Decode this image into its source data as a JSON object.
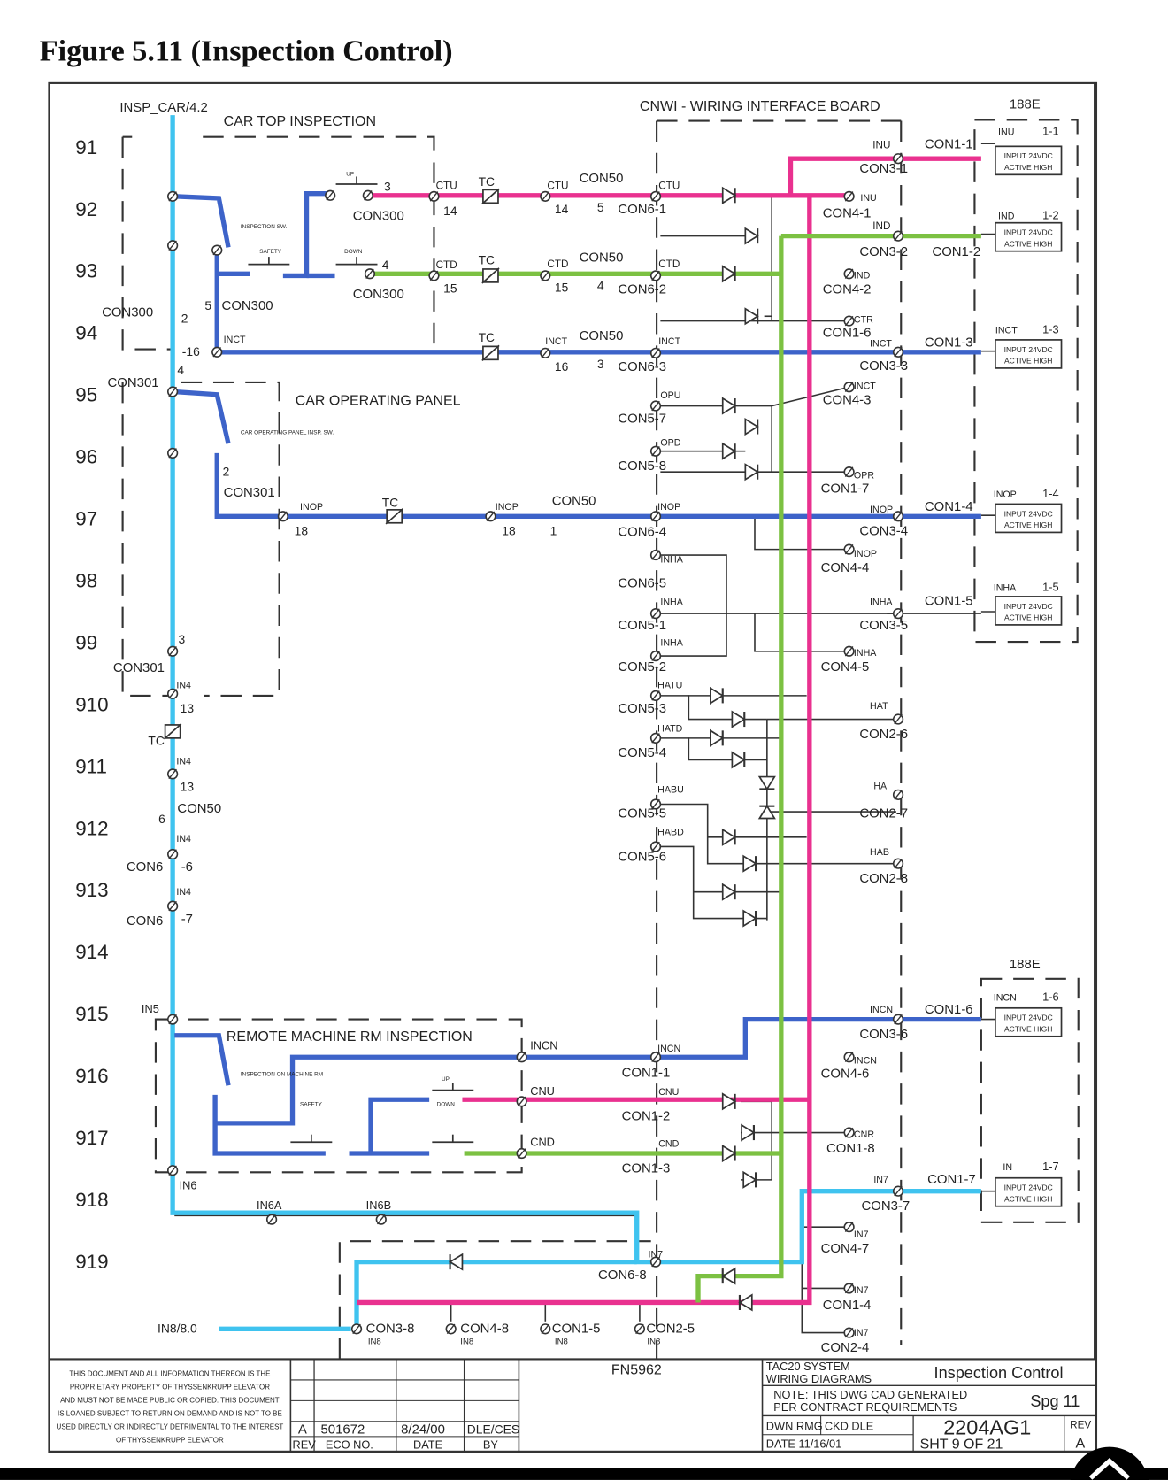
{
  "figure_title": "Figure 5.11 (Inspection Control)",
  "colors": {
    "cyan_wire": "#3fc3ef",
    "blue_wire": "#3d63c9",
    "magenta_wire": "#e9318f",
    "green_wire": "#7cc142",
    "line": "#333333"
  },
  "row_numbers": [
    "91",
    "92",
    "93",
    "94",
    "95",
    "96",
    "97",
    "98",
    "99",
    "910",
    "911",
    "912",
    "913",
    "914",
    "915",
    "916",
    "917",
    "918",
    "919"
  ],
  "input_box": {
    "line1": "INPUT 24VDC",
    "line2": "ACTIVE HIGH"
  },
  "labels": [
    "INSP_CAR/4.2",
    "CAR TOP INSPECTION",
    "CNWI - WIRING INTERFACE BOARD",
    "188E",
    "INU",
    "1-1",
    "INU",
    "CON1-1",
    "CON3-1",
    "CTU",
    "TC",
    "CTU",
    "CON50",
    "CTU",
    "3",
    "14",
    "14",
    "5",
    "CON6-1",
    "CON300",
    "INU",
    "CON4-1",
    "IND",
    "CON3-2",
    "CON1-2",
    "IND",
    "1-2",
    "CTD",
    "TC",
    "CTD",
    "CON50",
    "CTD",
    "4",
    "15",
    "15",
    "4",
    "CON6-2",
    "CON300",
    "IND",
    "CON4-2",
    "CON300",
    "2",
    "5",
    "CON300",
    "CTR",
    "CON1-6",
    "INCT",
    "CON1-3",
    "CON3-3",
    "INCT",
    "1-3",
    "INCT",
    "-16",
    "TC",
    "INCT",
    "CON50",
    "INCT",
    "16",
    "3",
    "CON6-3",
    "4",
    "CON301",
    "INCT",
    "CON4-3",
    "CAR OPERATING PANEL",
    "OPU",
    "CON5-7",
    "OPD",
    "CON5-8",
    "OPR",
    "CON1-7",
    "2",
    "CON301",
    "INOP",
    "TC",
    "INOP",
    "CON50",
    "INOP",
    "18",
    "18",
    "1",
    "CON6-4",
    "INOP",
    "CON1-4",
    "CON3-4",
    "INOP",
    "1-4",
    "INOP",
    "CON4-4",
    "INHA",
    "CON6-5",
    "INHA",
    "CON5-1",
    "INHA",
    "CON1-5",
    "CON3-5",
    "INHA",
    "1-5",
    "3",
    "CON301",
    "IN4",
    "13",
    "INHA",
    "CON5-2",
    "INHA",
    "CON4-5",
    "HATU",
    "CON5-3",
    "HATD",
    "CON5-4",
    "HAT",
    "CON2-6",
    "TC",
    "IN4",
    "13",
    "HABU",
    "CON5-5",
    "HABD",
    "CON5-6",
    "HA",
    "CON2-7",
    "HAB",
    "CON2-8",
    "6",
    "CON50",
    "IN4",
    "CON6",
    "-6",
    "IN4",
    "CON6",
    "-7",
    "188E",
    "IN5",
    "INCN",
    "CON1-6",
    "CON3-6",
    "INCN",
    "1-6",
    "REMOTE MACHINE RM INSPECTION",
    "INCN",
    "INCN",
    "CON1-1",
    "INCN",
    "CON4-6",
    "CNU",
    "CNU",
    "CON1-2",
    "CNR",
    "CON1-8",
    "CND",
    "CND",
    "CON1-3",
    "IN7",
    "CON1-7",
    "CON3-7",
    "IN",
    "1-7",
    "IN6",
    "IN6A",
    "IN6B",
    "IN7",
    "CON6-8",
    "IN7",
    "CON4-7",
    "IN7",
    "CON1-4",
    "IN8/8.0",
    "CON3-8",
    "IN8",
    "CON4-8",
    "IN8",
    "CON1-5",
    "IN8",
    "CON2-5",
    "IN8",
    "IN7",
    "CON2-4",
    "INSPECTION SW.",
    "SAFETY",
    "DOWN",
    "UP",
    "CAR OPERATING PANEL INSP. SW.",
    "INSPECTION ON MACHINE RM",
    "SAFETY",
    "DOWN",
    "UP"
  ],
  "title_block": {
    "legal": [
      "THIS DOCUMENT AND ALL INFORMATION THEREON IS THE",
      "PROPRIETARY PROPERTY OF THYSSENKRUPP ELEVATOR",
      "AND MUST NOT BE MADE PUBLIC OR COPIED. THIS DOCUMENT",
      "IS LOANED SUBJECT TO RETURN ON DEMAND AND IS NOT TO BE",
      "USED DIRECTLY OR INDIRECTLY DETRIMENTAL TO THE INTEREST",
      "OF THYSSENKRUPP ELEVATOR"
    ],
    "revision": {
      "rev": "A",
      "eco_no": "501672",
      "date": "8/24/00",
      "by": "DLE/CES"
    },
    "revision_headers": {
      "rev": "REV",
      "eco_no": "ECO NO.",
      "date": "DATE",
      "by": "BY"
    },
    "fn": "FN5962",
    "system_line1": "TAC20 SYSTEM",
    "system_line2": "WIRING DIAGRAMS",
    "drawing_title": "Inspection Control",
    "note_line1": "NOTE: THIS DWG CAD GENERATED",
    "note_line2": "PER CONTRACT REQUIREMENTS",
    "spg": "Spg 11",
    "dwn": "DWN RMG",
    "ckd": "CKD DLE",
    "date": "DATE 11/16/01",
    "drawing_no": "2204AG1",
    "sheet": "SHT  9   OF  21",
    "rev_label": "REV",
    "rev_value": "A"
  }
}
